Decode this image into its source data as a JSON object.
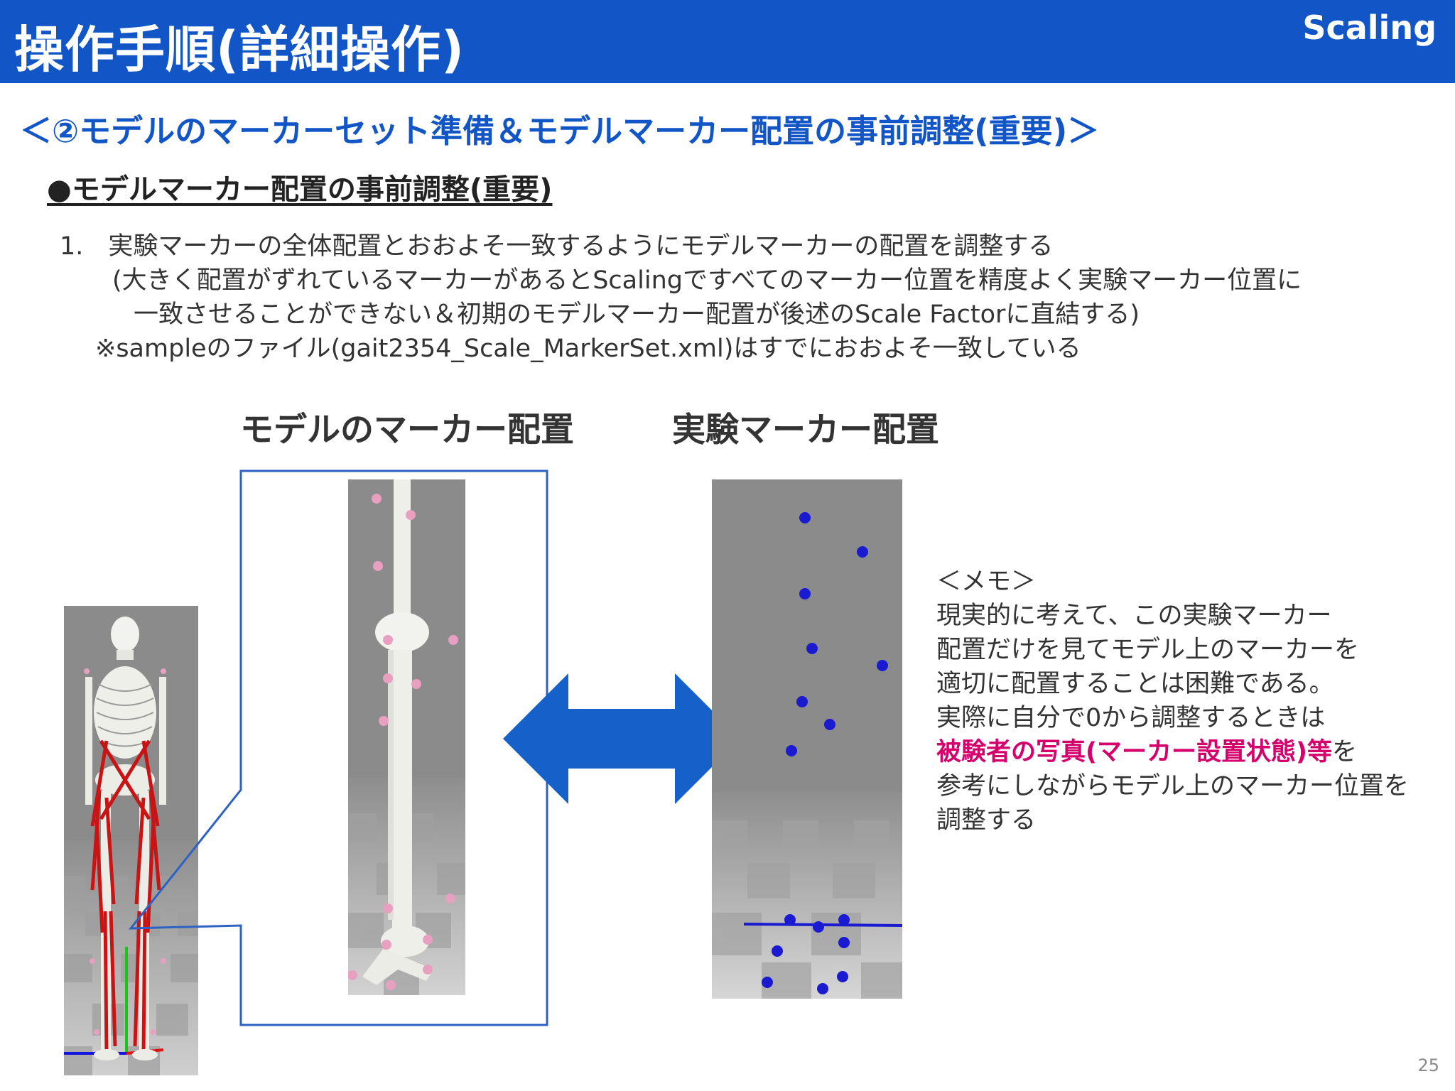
{
  "header": {
    "title": "操作手順(詳細操作)",
    "tag": "Scaling"
  },
  "section_title": "＜②モデルのマーカーセット準備＆モデルマーカー配置の事前調整(重要)＞",
  "sub_heading": "●モデルマーカー配置の事前調整(重要)",
  "body": {
    "line1": "1.　実験マーカーの全体配置とおおよそ一致するようにモデルマーカーの配置を調整する",
    "line2": "(大きく配置がずれているマーカーがあるとScalingですべてのマーカー位置を精度よく実験マーカー位置に",
    "line3": "一致させることができない＆初期のモデルマーカー配置が後述のScale Factorに直結する)",
    "line4": "※sampleのファイル(gait2354_Scale_MarkerSet.xml)はすでにおおよそ一致している"
  },
  "panels": {
    "model_label": "モデルのマーカー配置",
    "experiment_label": "実験マーカー配置"
  },
  "memo": {
    "title": "＜メモ＞",
    "line1": "現実的に考えて、この実験マーカー",
    "line2": "配置だけを見てモデル上のマーカーを",
    "line3": "適切に配置することは困難である。",
    "line4": "実際に自分で0から調整するときは",
    "line5_emph": "被験者の写真(マーカー設置状態)等",
    "line5_tail": "を",
    "line6": "参考にしながらモデル上のマーカー位置を",
    "line7": "調整する"
  },
  "colors": {
    "header_bg": "#1155c6",
    "accent_blue": "#1155c6",
    "emphasis_pink": "#d6006d",
    "model_marker": "#e8a0c0",
    "experiment_marker": "#1a1ad0",
    "muscle_red": "#c81414"
  },
  "page_number": "25"
}
